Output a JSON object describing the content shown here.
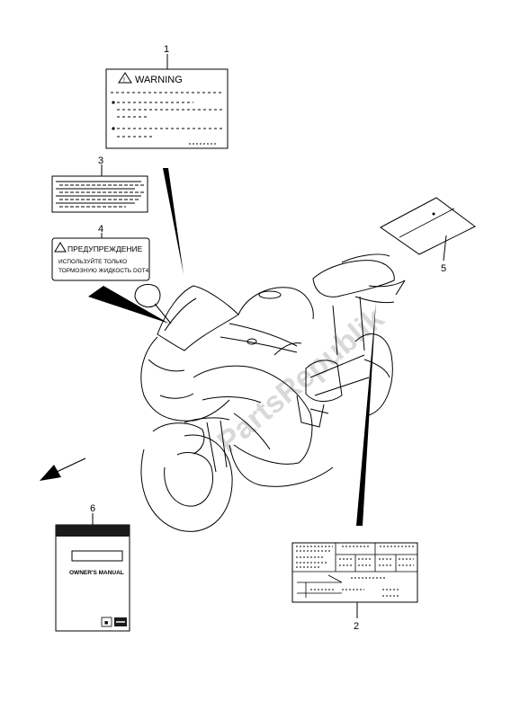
{
  "callouts": [
    "1",
    "2",
    "3",
    "4",
    "5",
    "6"
  ],
  "warning_label": {
    "title": "WARNING"
  },
  "russian_label": {
    "title": "ПРЕДУПРЕЖДЕНИЕ",
    "line1": "ИСПОЛЬЗУЙТЕ ТОЛЬКО",
    "line2": "ТОРМОЗНУЮ ЖИДКОСТЬ DOT4"
  },
  "manual": {
    "title": "OWNER'S MANUAL"
  },
  "watermark": "PartsRepublik",
  "colors": {
    "line": "#000000",
    "manual_band": "#1a1a1a",
    "watermark": "#d9d9d9"
  }
}
